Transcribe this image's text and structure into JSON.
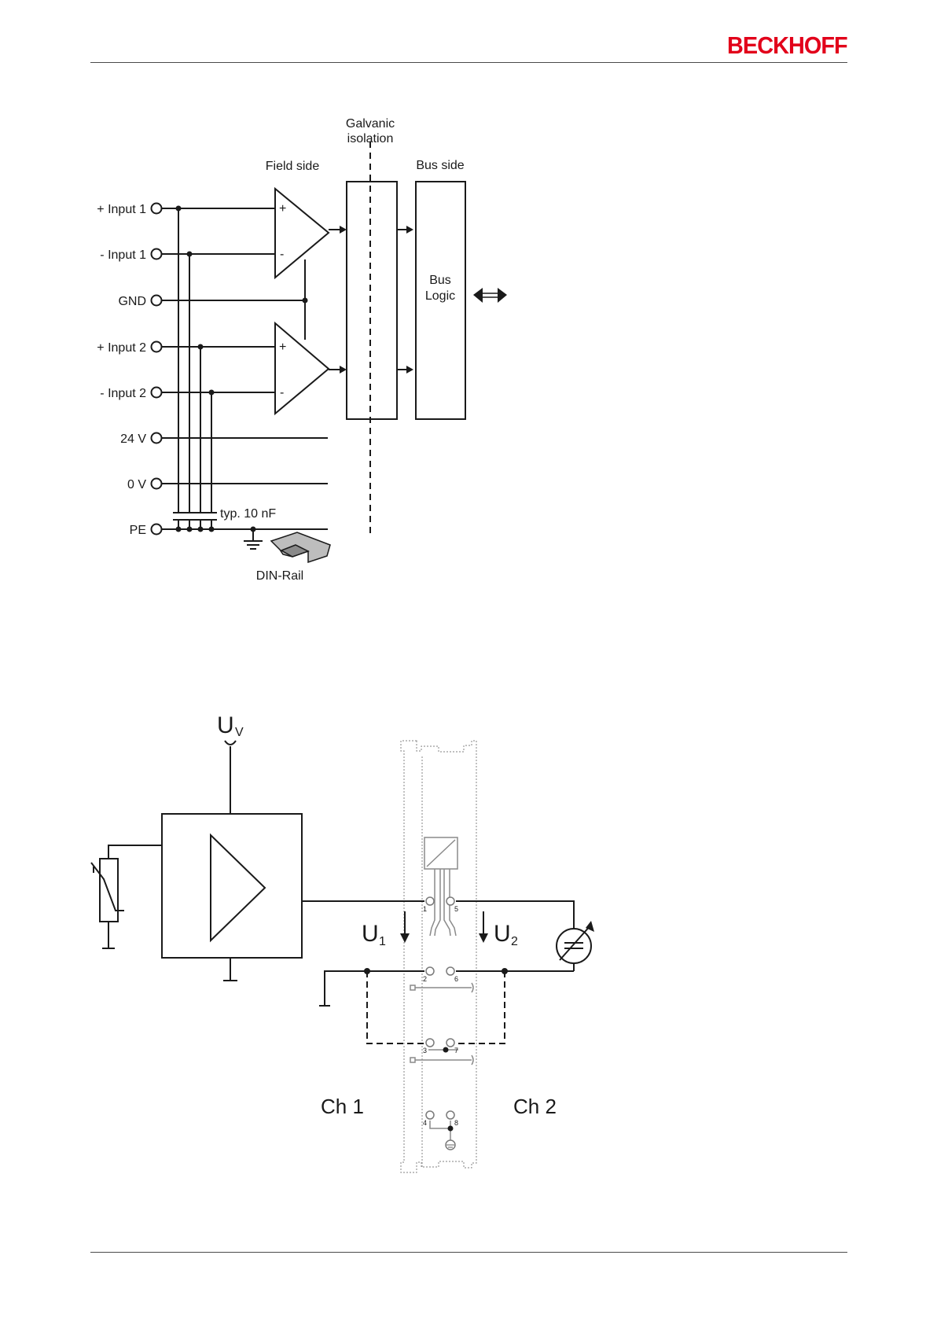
{
  "header": {
    "brand": "BECKHOFF"
  },
  "diagram1": {
    "terminals": [
      "+ Input 1",
      "- Input 1",
      "GND",
      "+ Input 2",
      "- Input 2",
      "24 V",
      "0 V",
      "PE"
    ],
    "galvanic_isolation": [
      "Galvanic",
      "isolation"
    ],
    "field_side": "Field side",
    "bus_side": "Bus side",
    "bus_logic": [
      "Bus",
      "Logic"
    ],
    "capacitor_label": "typ. 10 nF",
    "din_rail": "DIN-Rail",
    "amp_plus": "+",
    "amp_minus": "-"
  },
  "diagram2": {
    "supply_label": "U",
    "supply_sub": "V",
    "u1_label": "U",
    "u1_sub": "1",
    "u2_label": "U",
    "u2_sub": "2",
    "ch1": "Ch 1",
    "ch2": "Ch 2",
    "pins": [
      "1",
      "2",
      "3",
      "4",
      "5",
      "6",
      "7",
      "8"
    ]
  }
}
